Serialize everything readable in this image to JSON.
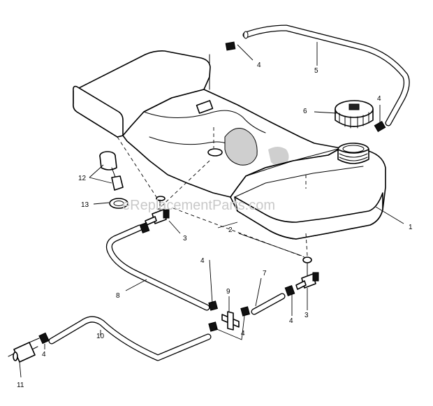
{
  "watermark": "eReplacementParts.com",
  "callouts": {
    "c1": "1",
    "c2": "2",
    "c3a": "3",
    "c3b": "3",
    "c4a": "4",
    "c4b": "4",
    "c4c": "4",
    "c4d": "4",
    "c4e": "4",
    "c4f": "4",
    "c5": "5",
    "c6": "6",
    "c7": "7",
    "c8": "8",
    "c9": "9",
    "c10": "10",
    "c11": "11",
    "c12": "12",
    "c13": "13"
  }
}
